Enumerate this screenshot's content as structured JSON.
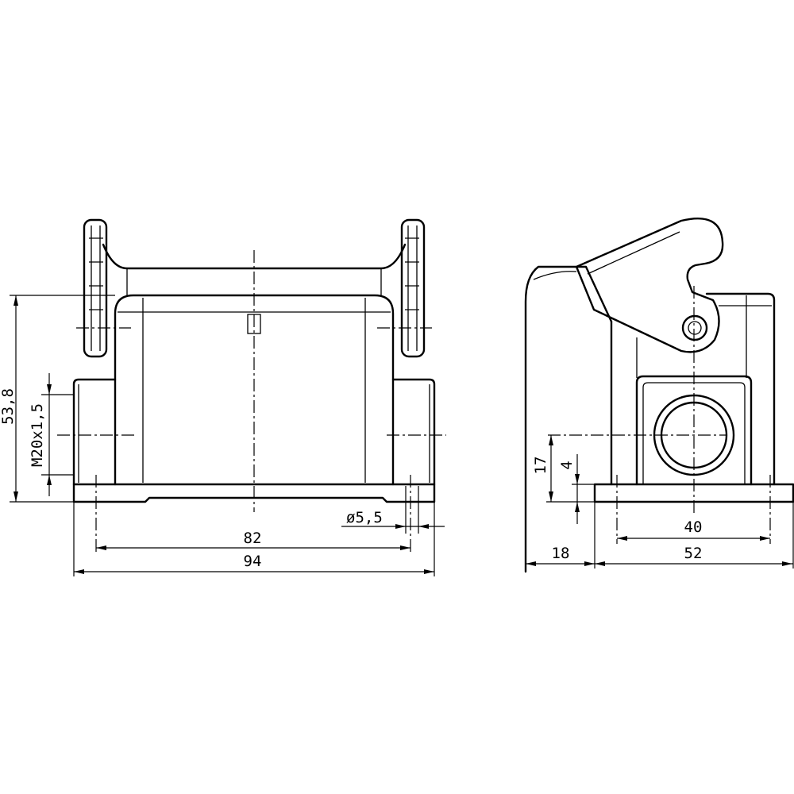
{
  "front_view": {
    "dim_height": "53,8",
    "dim_thread": "M20x1,5",
    "dim_hole": "ø5,5",
    "dim_hole_spacing": "82",
    "dim_width": "94"
  },
  "side_view": {
    "dim_axis_height": "17",
    "dim_base_thickness": "4",
    "dim_hole_spacing": "40",
    "dim_offset": "18",
    "dim_width": "52"
  }
}
